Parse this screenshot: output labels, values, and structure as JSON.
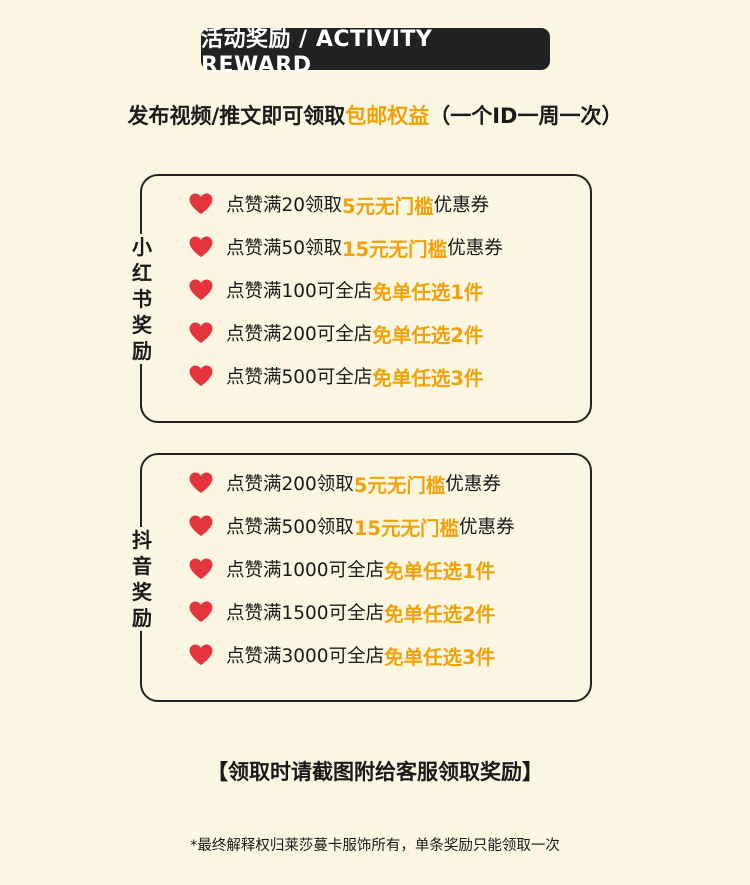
{
  "colors": {
    "accent": "#f0a20a",
    "heart": "#e4353f",
    "background": "#fbf6e1"
  },
  "title": "活动奖励 / ACTIVITY REWARD",
  "subtitle": {
    "prefix": "发布视频/推文即可领取",
    "highlight": "包邮权益",
    "suffix": "（一个ID一周一次）"
  },
  "xiaohongshu": {
    "label_chars": [
      "小",
      "红",
      "书",
      "奖",
      "励"
    ],
    "rows": [
      {
        "icon": "heart-icon",
        "prefix": "点赞满20领取",
        "highlight": "5元无门槛",
        "suffix": "优惠券"
      },
      {
        "icon": "heart-icon",
        "prefix": "点赞满50领取",
        "highlight": "15元无门槛",
        "suffix": "优惠券"
      },
      {
        "icon": "heart-icon",
        "prefix": "点赞满100可全店",
        "highlight": "免单任选1件",
        "suffix": ""
      },
      {
        "icon": "heart-icon",
        "prefix": "点赞满200可全店",
        "highlight": "免单任选2件",
        "suffix": ""
      },
      {
        "icon": "heart-icon",
        "prefix": "点赞满500可全店",
        "highlight": "免单任选3件",
        "suffix": ""
      }
    ]
  },
  "douyin": {
    "label_chars": [
      "抖",
      "音",
      "奖",
      "励"
    ],
    "rows": [
      {
        "icon": "heart-icon",
        "prefix": "点赞满200领取",
        "highlight": "5元无门槛",
        "suffix": "优惠券"
      },
      {
        "icon": "heart-icon",
        "prefix": "点赞满500领取",
        "highlight": "15元无门槛",
        "suffix": "优惠券"
      },
      {
        "icon": "heart-icon",
        "prefix": "点赞满1000可全店",
        "highlight": "免单任选1件",
        "suffix": ""
      },
      {
        "icon": "heart-icon",
        "prefix": "点赞满1500可全店",
        "highlight": "免单任选2件",
        "suffix": ""
      },
      {
        "icon": "heart-icon",
        "prefix": "点赞满3000可全店",
        "highlight": "免单任选3件",
        "suffix": ""
      }
    ]
  },
  "bracket_note": "【领取时请截图附给客服领取奖励】",
  "footer": "*最终解释权归莱莎蔓卡服饰所有，单条奖励只能领取一次"
}
